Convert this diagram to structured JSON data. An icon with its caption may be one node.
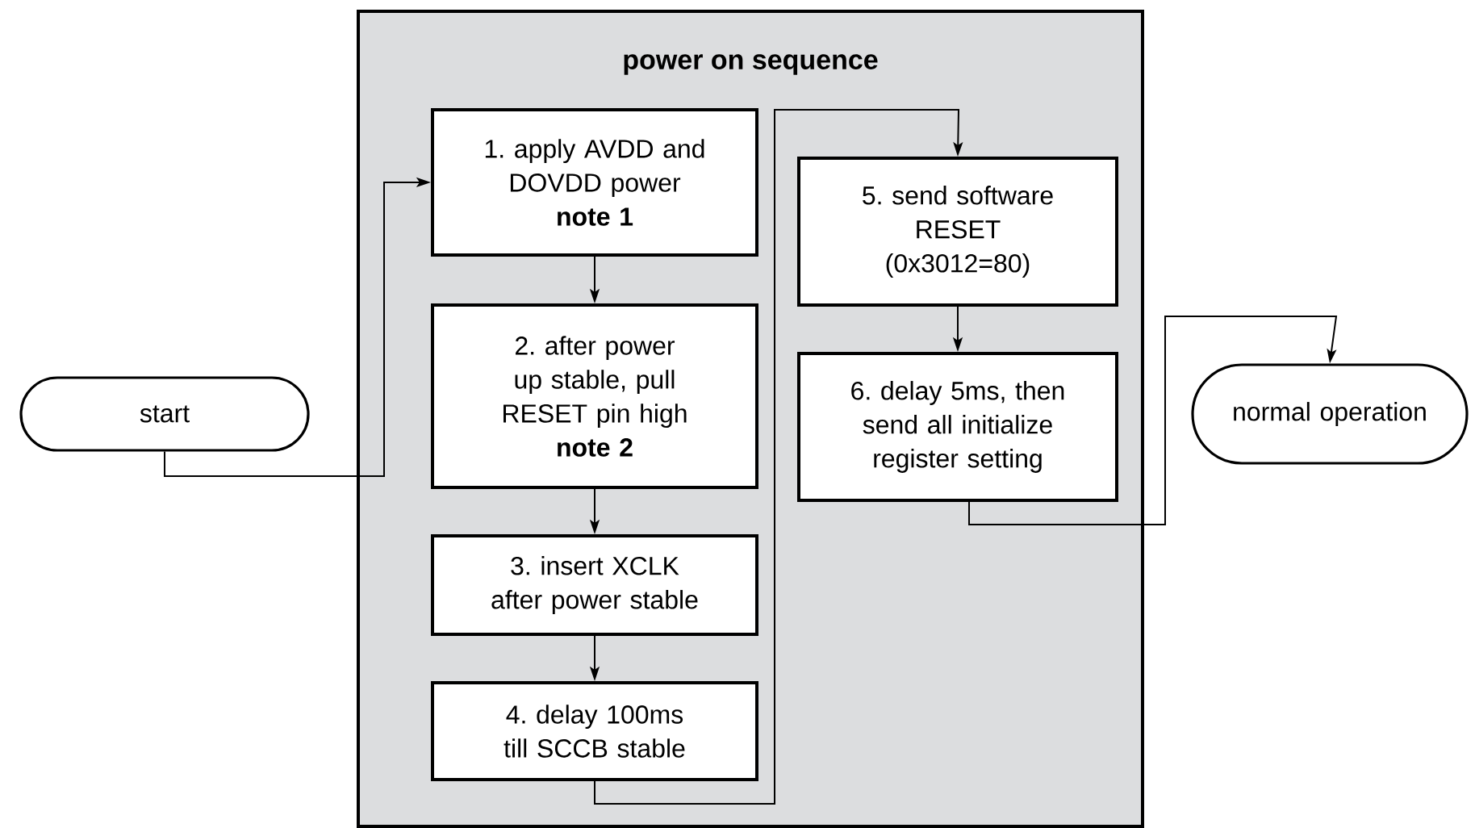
{
  "diagram": {
    "nodes": [
      {
        "text": [
          "start"
        ]
      },
      {
        "text": [
          "power on sequence"
        ]
      },
      {
        "text": [
          "1. apply AVDD and DOVDD power",
          "note 1"
        ],
        "in": 1
      },
      {
        "text": [
          "2. after power up stable, pull RESET pin high",
          "note 2"
        ],
        "in": 1
      },
      {
        "text": [
          "3. insert XCLK after power stable"
        ],
        "in": 1
      },
      {
        "text": [
          "4. delay 100ms till SCCB stable"
        ],
        "in": 1
      },
      {
        "text": [
          "5. send software RESET (0x3012=80)"
        ],
        "in": 1
      },
      {
        "text": [
          "6. delay 5ms, then send all initialize register setting"
        ],
        "in": 1
      },
      {
        "text": [
          "normal operation"
        ]
      }
    ],
    "edges": [
      {
        "from": 0,
        "to": 2,
        "arrow": "to"
      },
      {
        "from": 2,
        "to": 3,
        "arrow": "to"
      },
      {
        "from": 3,
        "to": 4,
        "arrow": "to"
      },
      {
        "from": 4,
        "to": 5,
        "arrow": "to"
      },
      {
        "from": 5,
        "to": 6,
        "arrow": "to"
      },
      {
        "from": 6,
        "to": 7,
        "arrow": "to"
      },
      {
        "from": 7,
        "to": 8,
        "arrow": "to"
      }
    ]
  }
}
